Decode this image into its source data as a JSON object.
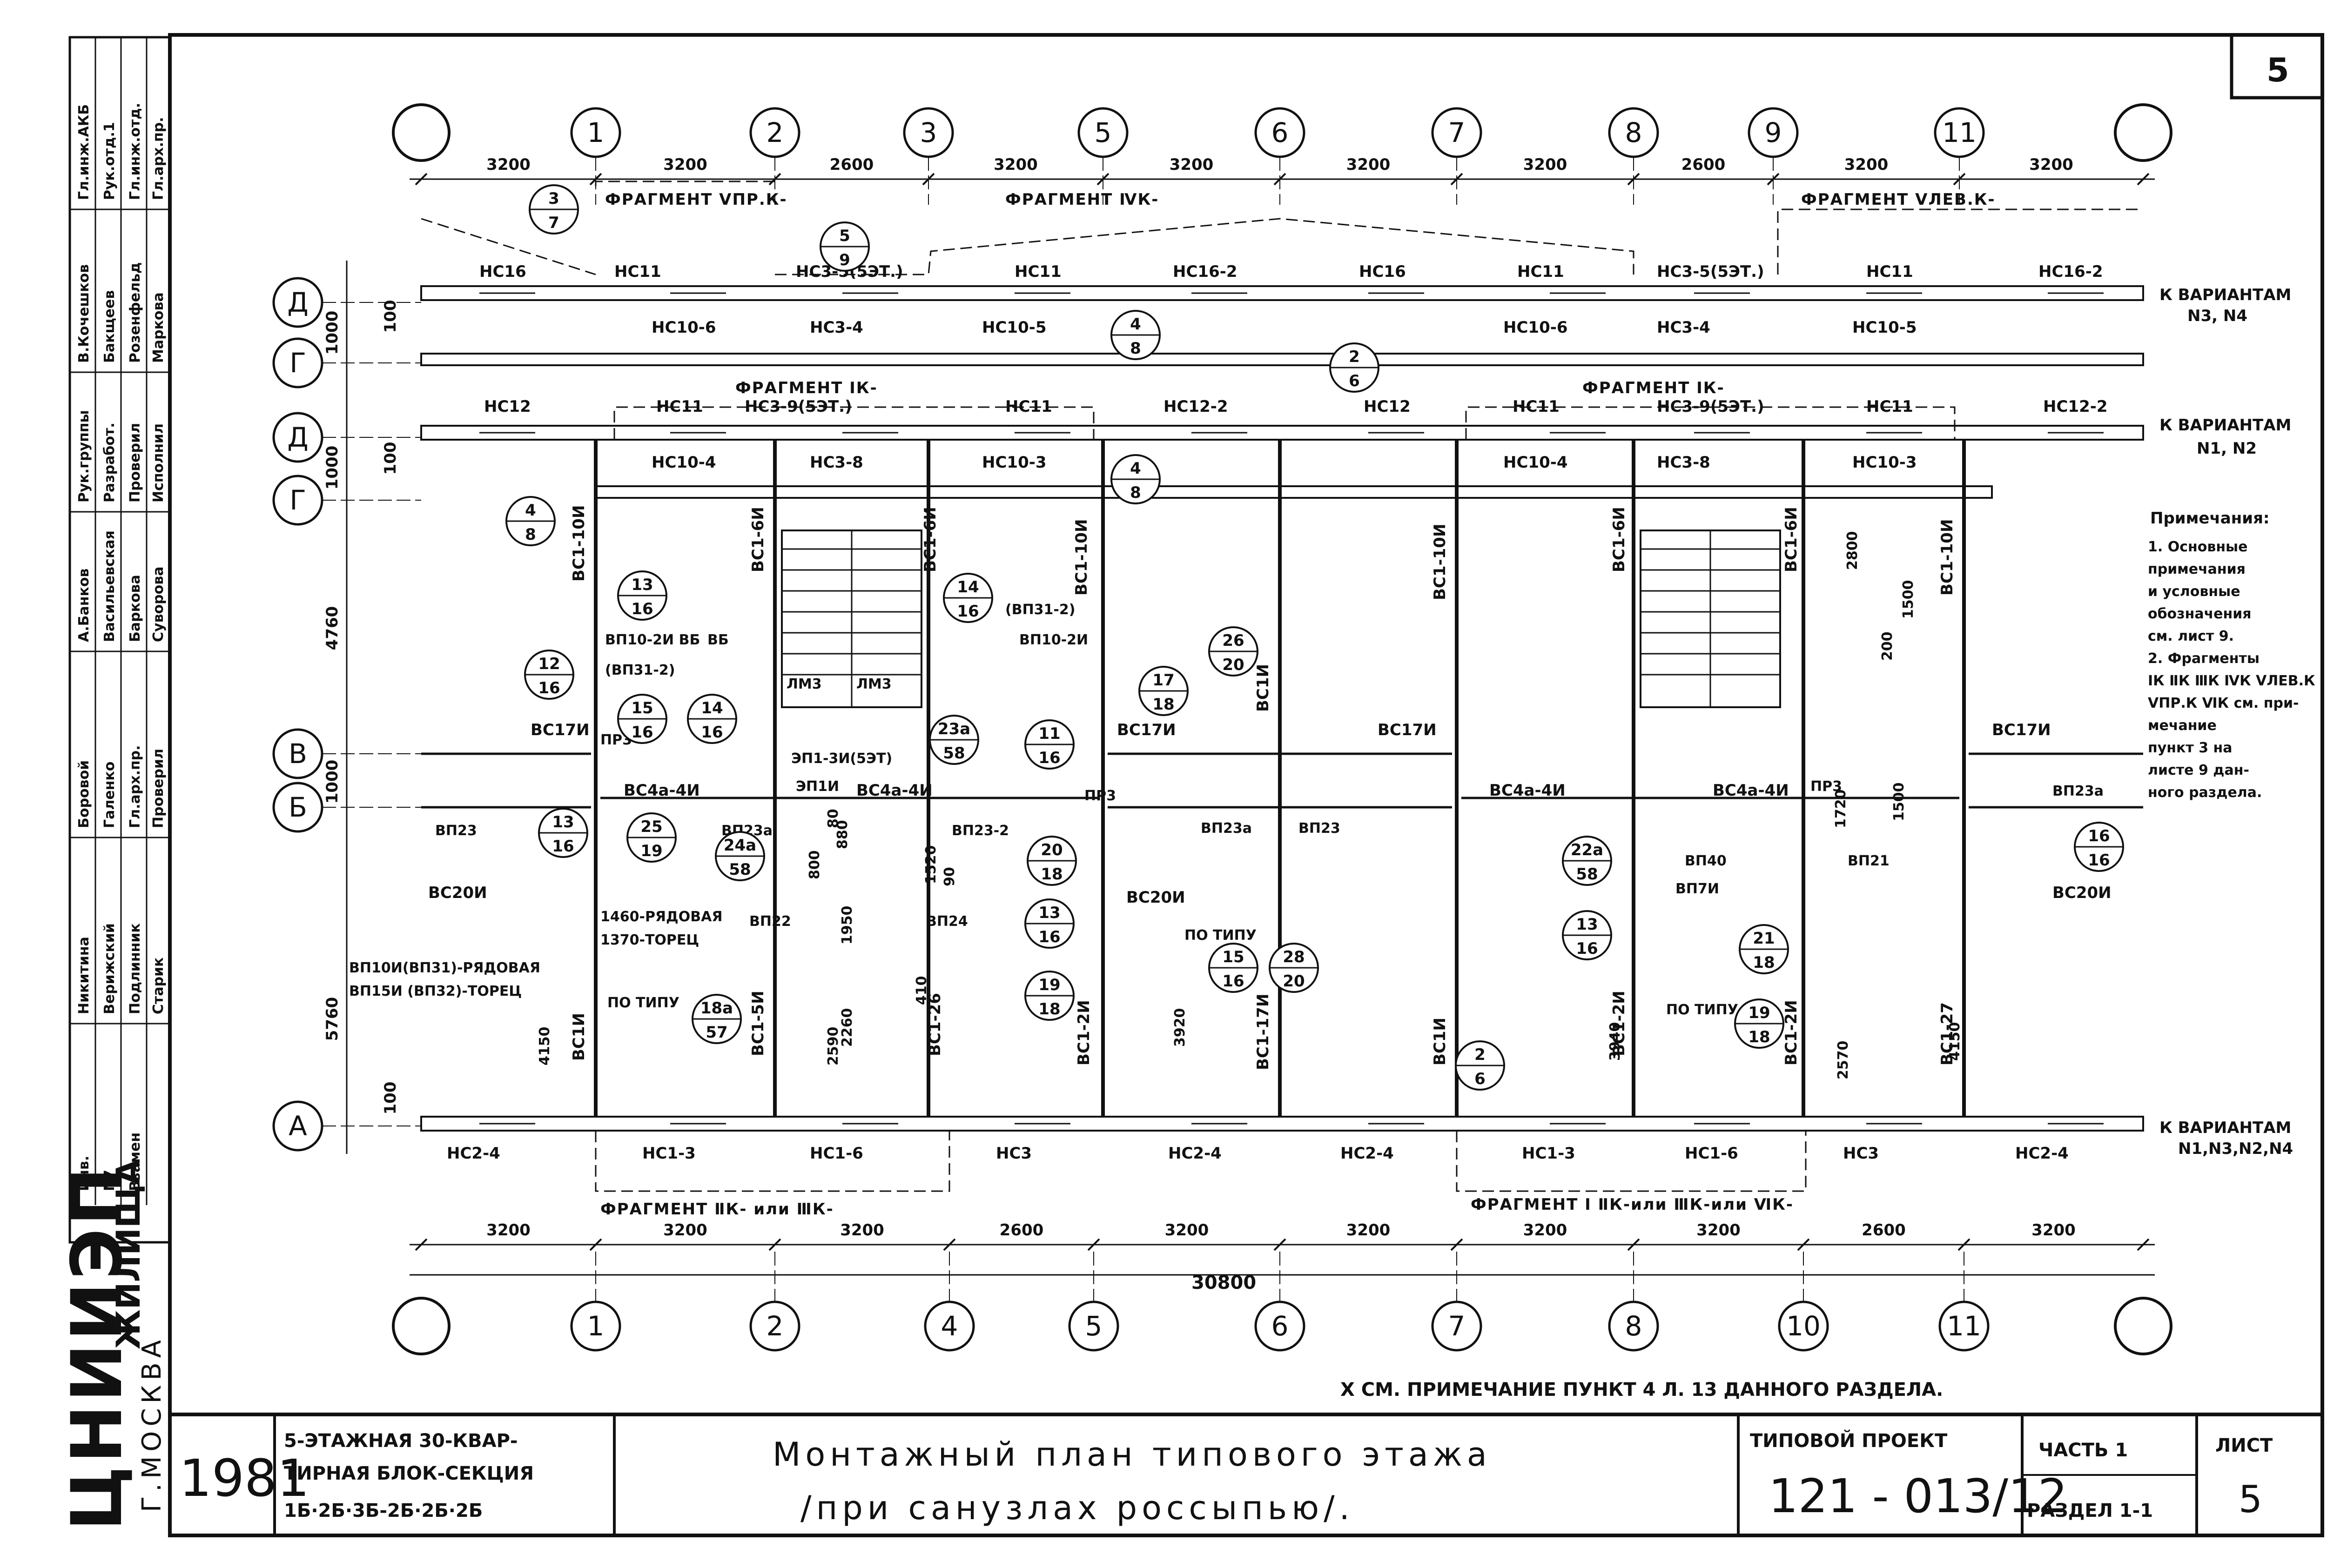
{
  "sheet_number": "5",
  "title_block": {
    "year": "1981",
    "description": [
      "5-ЭТАЖНАЯ 30-КВАР-",
      "ТИРНАЯ БЛОК-СЕКЦИЯ",
      "1Б·2Б·3Б-2Б·2Б·2Б"
    ],
    "drawing_title": "Монтажный план типового этажа",
    "drawing_subtitle": "/при санузлах россыпью/.",
    "project_label": "ТИПОВОЙ ПРОЕКТ",
    "project_number": "121 - 013/12",
    "part_label": "ЧАСТЬ 1",
    "section_label": "РАЗДЕЛ 1-1",
    "sheet_label": "ЛИСТ",
    "sheet_value": "5",
    "org": "ЦНИИЭП",
    "org_sub": "ЖИЛИЩА",
    "city": "Г.МОСКВА"
  },
  "side_stamp": [
    "Гл.инж.АКБ",
    "Рук.отд.1",
    "Гл.инж.отд.",
    "Гл.арх.пр.",
    "В.Кочешков",
    "Бакщеев",
    "Розенфельд",
    "Маркова",
    "Рук.группы",
    "Разработ.",
    "Проверил",
    "Исполнил",
    "А.Банков",
    "Васильевская",
    "Баркова",
    "Суворова",
    "Боровой",
    "Галенко",
    "Гл.арх.пр.",
    "Проверил",
    "Никитина",
    "Верижский",
    "Подлинник",
    "Старик",
    "Инв.",
    "N7",
    "Взамен"
  ],
  "axes_top": [
    "1",
    "2",
    "3",
    "5",
    "6",
    "7",
    "8",
    "9",
    "11"
  ],
  "axes_bottom": [
    "1",
    "2",
    "4",
    "5",
    "6",
    "7",
    "8",
    "10",
    "11"
  ],
  "axes_rows": [
    "Д",
    "Г",
    "Д",
    "Г",
    "В",
    "Б",
    "А"
  ],
  "dims_top": [
    "3200",
    "3200",
    "2600",
    "3200",
    "3200",
    "3200",
    "3200",
    "2600",
    "3200",
    "3200"
  ],
  "dims_bottom": [
    "3200",
    "3200",
    "3200",
    "2600",
    "3200",
    "3200",
    "3200",
    "3200",
    "2600",
    "3200"
  ],
  "dim_total": "30800",
  "dims_left": [
    "1000",
    "1000",
    "4760",
    "1000",
    "5760",
    "100",
    "100",
    "100"
  ],
  "fragments_top": [
    "ФРАГМЕНТ ⅤПР.К-",
    "ФРАГМЕНТ ⅣК-",
    "ФРАГМЕНТ ⅤЛЕВ.К-"
  ],
  "fragments_mid": [
    "ФРАГМЕНТ ⅠК-",
    "ФРАГМЕНТ ⅠК-"
  ],
  "fragments_bottom": [
    "ФРАГМЕНТ ⅡК- или ⅢК-",
    "ФРАГМЕНТ Ⅰ ⅡК-или ⅢК-или ⅥК-"
  ],
  "variants": [
    "К ВАРИАНТАМ",
    "N3, N4",
    "К ВАРИАНТАМ",
    "N1, N2",
    "К ВАРИАНТАМ",
    "N1,N3,N2,N4"
  ],
  "notes": {
    "title": "Примечания:",
    "lines": [
      "1. Основные",
      "примечания",
      "и условные",
      "обозначения",
      "см. лист 9.",
      "2. Фрагменты",
      "ⅠК ⅡК ⅢК ⅣК ⅤЛЕВ.К",
      "ⅤПР.К ⅥК см. при-",
      "мечание",
      "пункт 3 на",
      "листе 9 дан-",
      "ного раздела."
    ]
  },
  "footnote": "Х СМ. ПРИМЕЧАНИЕ ПУНКТ 4 Л. 13 ДАННОГО РАЗДЕЛА.",
  "panel_labels": {
    "top_row": [
      "НС16",
      "НС11",
      "НС3-5(5ЭТ.)",
      "НС11",
      "НС16-2",
      "НС16",
      "НС11",
      "НС3-5(5ЭТ.)",
      "НС11",
      "НС16-2"
    ],
    "second_row": [
      "НС10-6",
      "НС3-4",
      "НС10-5",
      "НС10-6",
      "НС3-4",
      "НС10-5"
    ],
    "mid_row": [
      "НС12",
      "НС11",
      "НС3-9(5ЭТ.)",
      "НС11",
      "НС12-2",
      "НС12",
      "НС11",
      "НС3-9(5ЭТ.)",
      "НС11",
      "НС12-2"
    ],
    "third_row": [
      "НС10-4",
      "НС3-8",
      "НС10-3",
      "НС10-4",
      "НС3-8",
      "НС10-3"
    ],
    "bottom_row": [
      "НС2-4",
      "НС1-3",
      "НС1-6",
      "НС3",
      "НС2-4",
      "НС2-4",
      "НС1-3",
      "НС1-6",
      "НС3",
      "НС2-4"
    ],
    "walls": [
      "ВС1-10И",
      "ВС1-6И",
      "ВС1-6И",
      "ВС1-10И",
      "ВС1И",
      "ВС1-10И",
      "ВС1-6И",
      "ВС1-6И",
      "ВС1-10И",
      "ВС1И",
      "ВС1-5И",
      "ВС1-26",
      "ВС1-2И",
      "ВС1-17И",
      "ВС1И",
      "ВС1-2И",
      "ВС1-2И",
      "ВС1-27"
    ],
    "partitions": [
      "ВС4а-4И",
      "ВС4а-4И",
      "ВС4а-4И",
      "ВС4а-4И",
      "ВС17И",
      "ВС17И",
      "ВС17И",
      "ВС17И",
      "ВС20И",
      "ВС20И",
      "ВС20И"
    ],
    "slabs": [
      "ВП10-2И ВБ",
      "(ВП31-2)",
      "ВБ",
      "ВП10-2И",
      "(ВП31-2)",
      "ВП23",
      "ВП23а",
      "ВП23-2",
      "ВП23а",
      "ВП23",
      "ВП23а",
      "ВП24",
      "ВП22",
      "ВП21",
      "ВП40",
      "ВП7И",
      "ЭП1-3И(5ЭТ)",
      "ЭП1И",
      "ЛМ3",
      "ЛМ3",
      "ПР3",
      "ПР3",
      "ПР3"
    ],
    "notes_inline": [
      "1460-РЯДОВАЯ",
      "1370-ТОРЕЦ",
      "ВП10И(ВП31)-РЯДОВАЯ",
      "ВП15И (ВП32)-ТОРЕЦ",
      "ПО ТИПУ",
      "ПО ТИПУ",
      "ПО ТИПУ"
    ],
    "inner_dims": [
      "4150",
      "3920",
      "3940",
      "4150",
      "2800",
      "1500",
      "1520",
      "1950",
      "2260",
      "2590",
      "2570",
      "880",
      "800",
      "80",
      "90",
      "410",
      "1720",
      "1500",
      "200"
    ]
  },
  "callouts": [
    [
      "3",
      "7"
    ],
    [
      "5",
      "9"
    ],
    [
      "4",
      "8"
    ],
    [
      "2",
      "6"
    ],
    [
      "4",
      "8"
    ],
    [
      "4",
      "8"
    ],
    [
      "13",
      "16"
    ],
    [
      "14",
      "16"
    ],
    [
      "12",
      "16"
    ],
    [
      "15",
      "16"
    ],
    [
      "14",
      "16"
    ],
    [
      "13",
      "16"
    ],
    [
      "25",
      "19"
    ],
    [
      "24а",
      "58"
    ],
    [
      "23а",
      "58"
    ],
    [
      "11",
      "16"
    ],
    [
      "20",
      "18"
    ],
    [
      "13",
      "16"
    ],
    [
      "19",
      "18"
    ],
    [
      "18а",
      "57"
    ],
    [
      "17",
      "18"
    ],
    [
      "26",
      "20"
    ],
    [
      "15",
      "16"
    ],
    [
      "28",
      "20"
    ],
    [
      "2",
      "6"
    ],
    [
      "22а",
      "58"
    ],
    [
      "13",
      "16"
    ],
    [
      "21",
      "18"
    ],
    [
      "19",
      "18"
    ],
    [
      "16",
      "16"
    ]
  ]
}
